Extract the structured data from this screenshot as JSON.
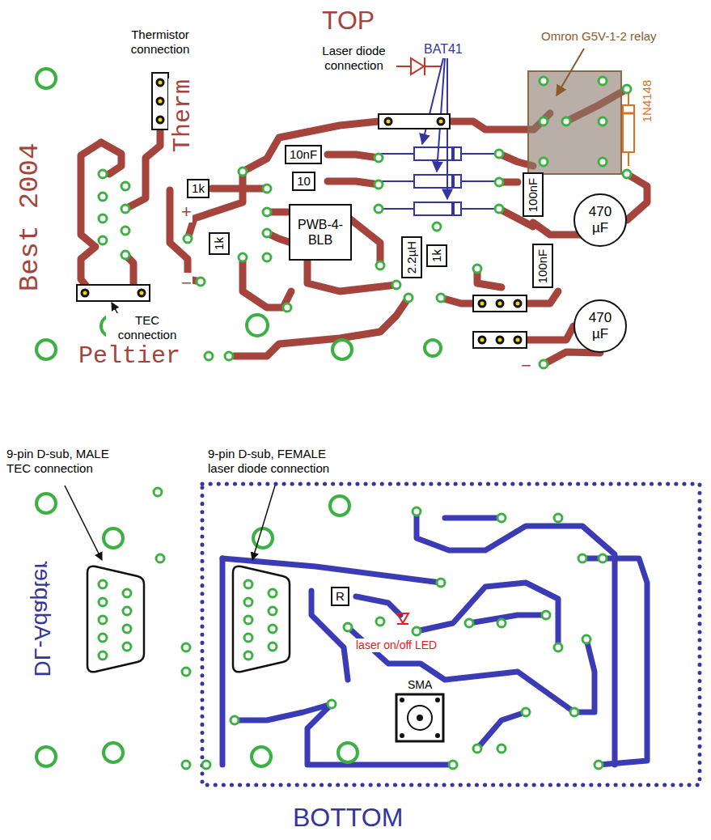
{
  "diagram": {
    "nodes": [
      {
        "text": [
          "1k"
        ]
      },
      {
        "text": [
          "10nF"
        ]
      },
      {
        "text": [
          "10"
        ]
      },
      {
        "text": [
          "PWB-4-BLB"
        ]
      },
      {
        "text": [
          "1k"
        ]
      },
      {
        "text": [
          "2.2µH"
        ]
      },
      {
        "text": [
          "1k"
        ]
      },
      {
        "text": [
          "100nF"
        ]
      },
      {
        "text": [
          "100nF"
        ]
      },
      {
        "text": [
          "470 µF"
        ]
      },
      {
        "text": [
          "470 µF"
        ]
      },
      {
        "text": [
          "R"
        ]
      }
    ],
    "labels": [
      "TOP",
      "Thermistor connection",
      "Laser diode connection",
      "BAT41",
      "Omron G5V-1-2 relay",
      "1N4148",
      "Therm",
      "Best 2004",
      "+",
      "−",
      "TEC connection",
      "Peltier",
      "−",
      "9-pin D-sub, MALE TEC connection",
      "9-pin D-sub, FEMALE laser diode connection",
      "DL-Adapter",
      "laser on/off LED",
      "SMA",
      "BOTTOM"
    ]
  }
}
